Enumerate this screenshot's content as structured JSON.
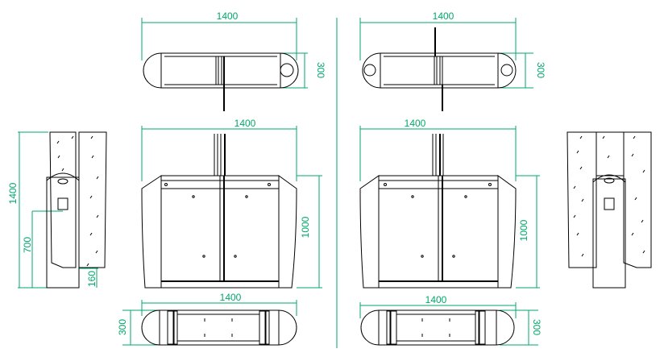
{
  "colors": {
    "dimension": "#00a86b",
    "outline": "#000000",
    "background": "#ffffff"
  },
  "left_set": {
    "top_view": {
      "width_label": "1400",
      "depth_label": "300"
    },
    "front_view": {
      "width_label": "1400",
      "height_label": "1000"
    },
    "side_view": {
      "total_height_label": "1400",
      "sensor_height_label": "700",
      "base_label": "160"
    },
    "bottom_view": {
      "width_label": "1400",
      "depth_label": "300"
    }
  },
  "right_set": {
    "top_view": {
      "width_label": "1400",
      "depth_label": "300"
    },
    "front_view": {
      "width_label": "1400",
      "height_label": "1000"
    },
    "bottom_view": {
      "width_label": "1400",
      "depth_label": "300"
    }
  }
}
